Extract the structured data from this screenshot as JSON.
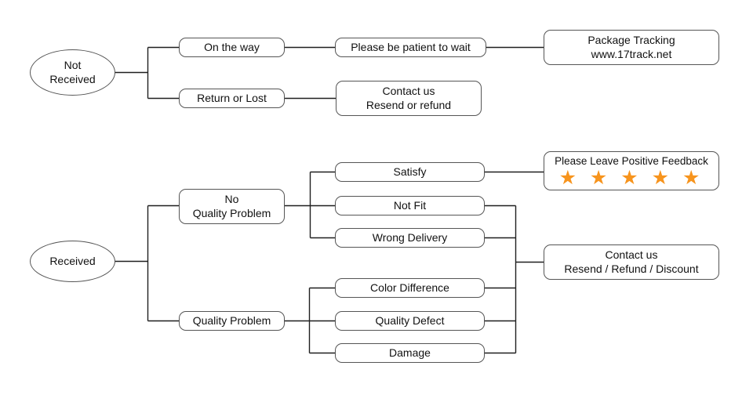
{
  "flowchart": {
    "not_received": {
      "line1": "Not",
      "line2": "Received"
    },
    "on_the_way": {
      "label": "On the way"
    },
    "please_be_patient": {
      "label": "Please be patient to wait"
    },
    "package_tracking": {
      "line1": "Package Tracking",
      "line2": "www.17track.net"
    },
    "return_or_lost": {
      "label": "Return or Lost"
    },
    "contact_resend_refund": {
      "line1": "Contact us",
      "line2": "Resend or refund"
    },
    "received": {
      "label": "Received"
    },
    "no_quality_problem": {
      "line1": "No",
      "line2": "Quality Problem"
    },
    "quality_problem": {
      "label": "Quality Problem"
    },
    "satisfy": {
      "label": "Satisfy"
    },
    "not_fit": {
      "label": "Not Fit"
    },
    "wrong_delivery": {
      "label": "Wrong Delivery"
    },
    "color_difference": {
      "label": "Color Difference"
    },
    "quality_defect": {
      "label": "Quality Defect"
    },
    "damage": {
      "label": "Damage"
    },
    "positive_feedback": {
      "label": "Please Leave Positive Feedback",
      "stars": "★ ★ ★ ★ ★",
      "star_count": 5
    },
    "contact_discount": {
      "line1": "Contact us",
      "line2": "Resend / Refund / Discount"
    },
    "colors": {
      "star_orange": "#F7941D",
      "line": "#1f1f1f",
      "box_border": "#555555"
    }
  }
}
